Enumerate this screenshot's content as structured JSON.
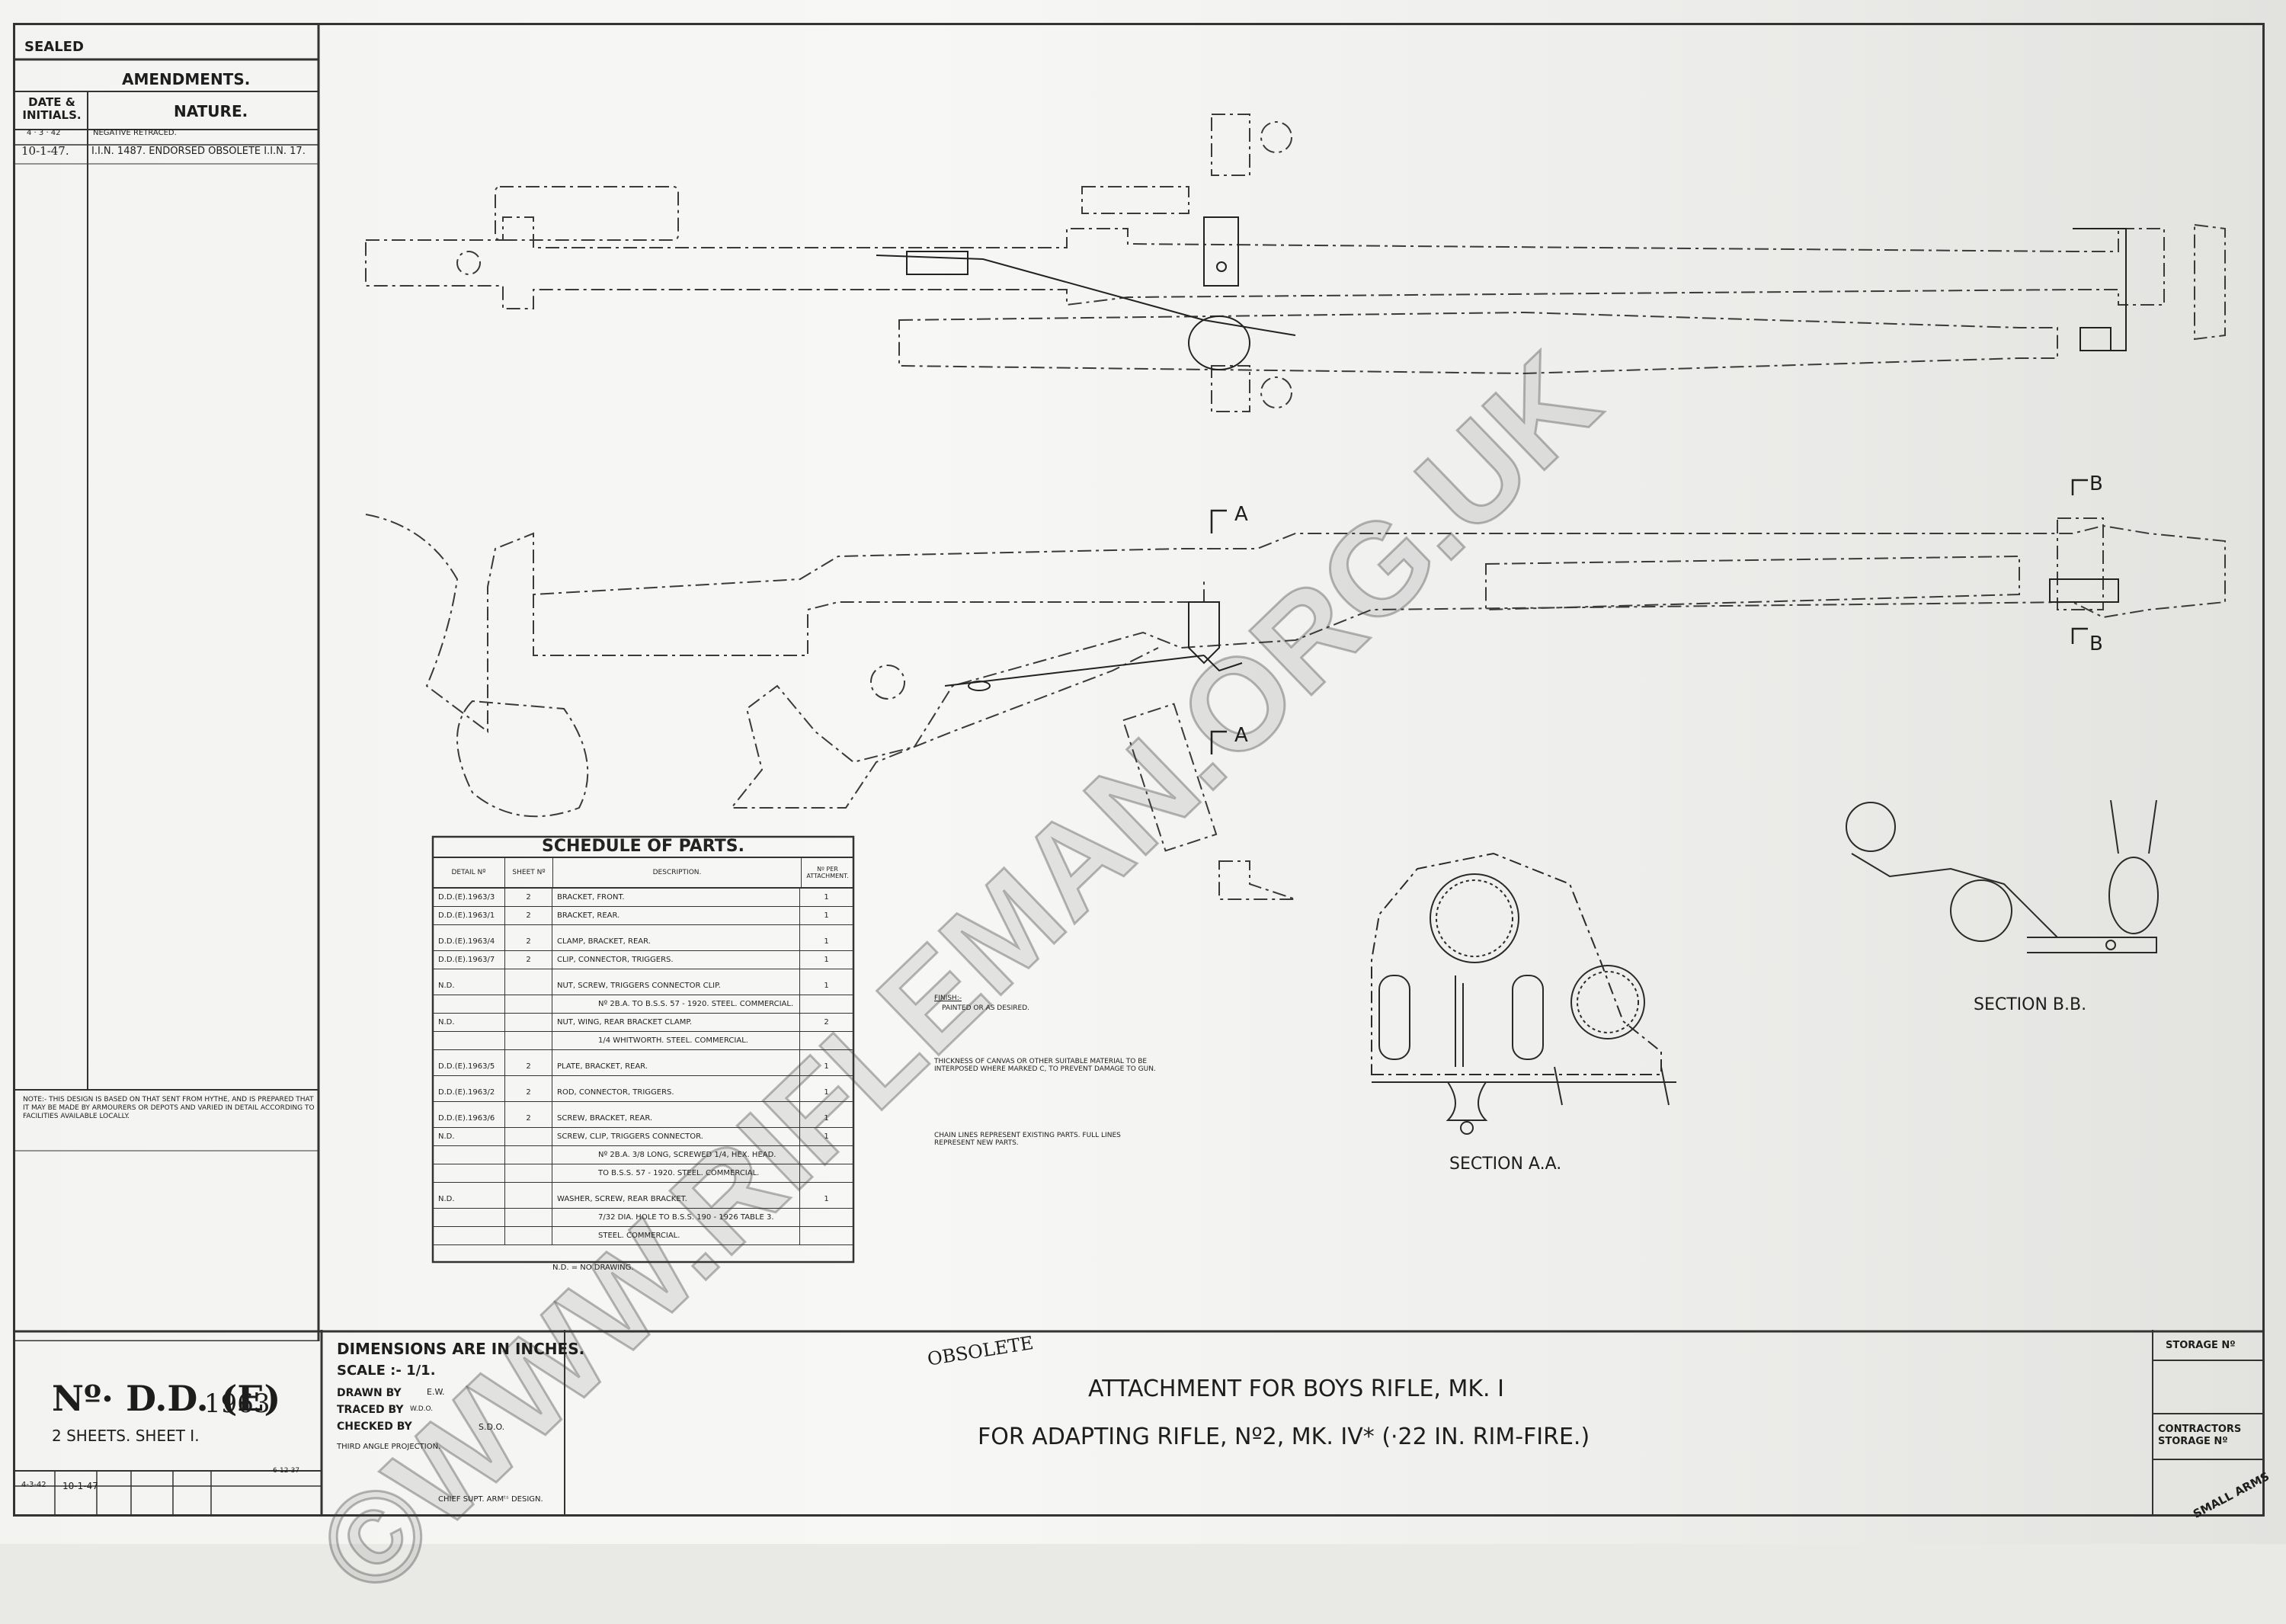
{
  "watermark": "©WWW.RIFLEMAN.ORG.UK",
  "amendments": {
    "sealed": "SEALED",
    "heading": "AMENDMENTS.",
    "col_date": "DATE & INITIALS.",
    "col_nature": "NATURE.",
    "rows": [
      {
        "date": "4 · 3 · 42",
        "nature": "NEGATIVE RETRACED."
      },
      {
        "date": "10-1-47.",
        "nature": "I.I.N. 1487. ENDORSED OBSOLETE   I.I.N. 17."
      }
    ]
  },
  "note": "NOTE:- THIS DESIGN IS BASED ON THAT SENT FROM HYTHE, AND IS PREPARED THAT IT MAY BE MADE BY ARMOURERS OR DEPOTS AND VARIED IN DETAIL ACCORDING TO FACILITIES AVAILABLE LOCALLY.",
  "section_markers": {
    "a": "A",
    "b": "B"
  },
  "schedule": {
    "title": "SCHEDULE OF PARTS.",
    "headers": [
      "DETAIL Nº",
      "SHEET Nº",
      "DESCRIPTION.",
      "Nº PER ATTACHMENT."
    ],
    "rows": [
      [
        "D.D.(E).1963/3",
        "2",
        "BRACKET, FRONT.",
        "1"
      ],
      [
        "D.D.(E).1963/1",
        "2",
        "BRACKET, REAR.",
        "1"
      ],
      [
        "",
        "",
        "",
        ""
      ],
      [
        "D.D.(E).1963/4",
        "2",
        "CLAMP, BRACKET, REAR.",
        "1"
      ],
      [
        "D.D.(E).1963/7",
        "2",
        "CLIP, CONNECTOR, TRIGGERS.",
        "1"
      ],
      [
        "",
        "",
        "",
        ""
      ],
      [
        "N.D.",
        "",
        "NUT, SCREW, TRIGGERS CONNECTOR CLIP.",
        "1"
      ],
      [
        "",
        "",
        "Nº 2B.A. TO B.S.S. 57 - 1920. STEEL. COMMERCIAL.",
        ""
      ],
      [
        "N.D.",
        "",
        "NUT, WING, REAR BRACKET CLAMP.",
        "2"
      ],
      [
        "",
        "",
        "1/4 WHITWORTH.        STEEL. COMMERCIAL.",
        ""
      ],
      [
        "",
        "",
        "",
        ""
      ],
      [
        "D.D.(E).1963/5",
        "2",
        "PLATE, BRACKET, REAR.",
        "1"
      ],
      [
        "",
        "",
        "",
        ""
      ],
      [
        "D.D.(E).1963/2",
        "2",
        "ROD, CONNECTOR, TRIGGERS.",
        "1"
      ],
      [
        "",
        "",
        "",
        ""
      ],
      [
        "D.D.(E).1963/6",
        "2",
        "SCREW, BRACKET, REAR.",
        "1"
      ],
      [
        "N.D.",
        "",
        "SCREW, CLIP, TRIGGERS CONNECTOR.",
        "1"
      ],
      [
        "",
        "",
        "Nº 2B.A. 3/8 LONG, SCREWED 1/4, HEX. HEAD.",
        ""
      ],
      [
        "",
        "",
        "TO B.S.S. 57 - 1920.       STEEL. COMMERCIAL.",
        ""
      ],
      [
        "",
        "",
        "",
        ""
      ],
      [
        "N.D.",
        "",
        "WASHER, SCREW, REAR BRACKET.",
        "1"
      ],
      [
        "",
        "",
        "7/32 DIA. HOLE TO B.S.S. 190 - 1926 TABLE 3.",
        ""
      ],
      [
        "",
        "",
        "STEEL. COMMERCIAL.",
        ""
      ]
    ],
    "footnote": "N.D. = NO DRAWING."
  },
  "notes": {
    "finish_label": "FINISH:-",
    "finish": "PAINTED OR AS DESIRED.",
    "canvas": "THICKNESS OF CANVAS OR OTHER SUITABLE MATERIAL TO BE INTERPOSED WHERE MARKED C, TO PREVENT DAMAGE TO GUN.",
    "chain": "CHAIN LINES REPRESENT EXISTING PARTS. FULL LINES REPRESENT NEW PARTS."
  },
  "sections": {
    "aa": "SECTION A.A.",
    "bb": "SECTION B.B."
  },
  "title_block": {
    "drawing_no_prefix": "Nº· D.D. (E)",
    "drawing_no": "1963",
    "sheets": "2 SHEETS.  SHEET I.",
    "dates": [
      "4-3-42",
      "10-1-47"
    ],
    "small_date": "6-12-37",
    "dims": "DIMENSIONS ARE IN INCHES.",
    "scale": "SCALE :- 1/1.",
    "drawn_by": "DRAWN BY",
    "drawn_init": "E.W.",
    "traced_by": "TRACED BY",
    "traced_init": "W.D.O.",
    "checked_by": "CHECKED BY",
    "checked_init": "S.D.O.",
    "projection": "THIRD ANGLE PROJECTION.",
    "chief": "CHIEF SUPT. ARMᵗˢ DESIGN.",
    "obsolete": "OBSOLETE",
    "title1": "ATTACHMENT FOR BOYS RIFLE, MK. I",
    "title2": "FOR ADAPTING RIFLE, Nº2, MK. IV* (·22 IN. RIM-FIRE.)",
    "storage": "STORAGE Nº",
    "contractors": "CONTRACTORS STORAGE Nº",
    "stamp": "SMALL ARMS"
  }
}
